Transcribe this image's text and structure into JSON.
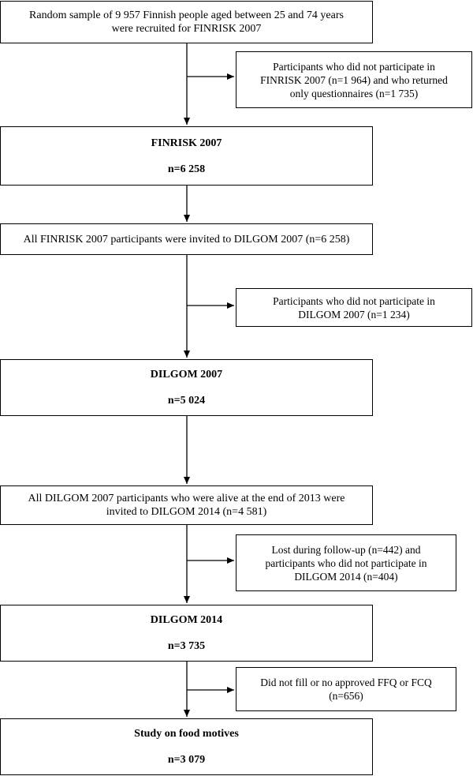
{
  "flowchart": {
    "recruited": {
      "line1": "Random sample of 9 957 Finnish people aged between 25 and 74 years",
      "line2": "were recruited for FINRISK 2007"
    },
    "excluded_finrisk": {
      "line1": "Participants who did not participate in",
      "line2": "FINRISK 2007 (n=1 964) and who returned",
      "line3": "only questionnaires (n=1 735)"
    },
    "finrisk_2007": {
      "title": "FINRISK 2007",
      "n": "n=6 258"
    },
    "invited_dilgom_2007": {
      "line1": "All FINRISK 2007 participants were invited to DILGOM 2007 (n=6 258)"
    },
    "excluded_dilgom_2007": {
      "line1": "Participants who did not participate in",
      "line2": "DILGOM 2007 (n=1 234)"
    },
    "dilgom_2007": {
      "title": "DILGOM 2007",
      "n": "n=5 024"
    },
    "invited_dilgom_2014": {
      "line1": "All DILGOM 2007 participants who were alive at the end of 2013 were",
      "line2": "invited to DILGOM 2014 (n=4 581)"
    },
    "excluded_dilgom_2014": {
      "line1": "Lost during follow-up (n=442) and",
      "line2": "participants who did not participate in",
      "line3": "DILGOM 2014 (n=404)"
    },
    "dilgom_2014": {
      "title": "DILGOM 2014",
      "n": "n=3 735"
    },
    "excluded_ffq": {
      "line1": "Did not fill or no approved FFQ or FCQ",
      "line2": "(n=656)"
    },
    "food_motives": {
      "title": "Study on food motives",
      "n": "n=3 079"
    }
  }
}
